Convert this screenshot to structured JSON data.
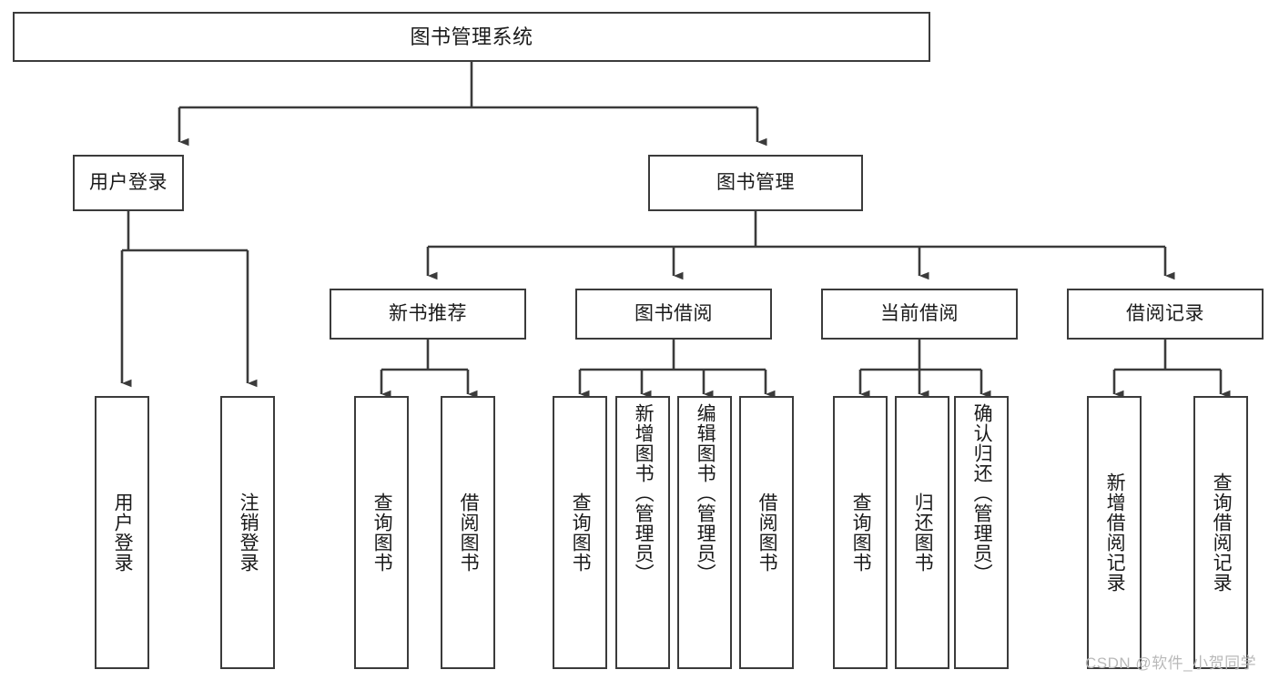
{
  "diagram": {
    "title": "图书管理系统",
    "type": "functional-structure-tree",
    "style": {
      "box_border_color": "#3b3b3b",
      "box_fill": "#ffffff",
      "line_color": "#3b3b3b",
      "text_color": "#1a1a1a",
      "watermark_color": "#b9b9b9"
    },
    "watermark": "CSDN @软件_小贺同学",
    "root": {
      "id": "root",
      "label": "图书管理系统"
    },
    "level2": [
      {
        "id": "user-login",
        "label": "用户登录"
      },
      {
        "id": "book-manage",
        "label": "图书管理"
      }
    ],
    "level3": [
      {
        "id": "new-book-rec",
        "label": "新书推荐",
        "parent": "book-manage"
      },
      {
        "id": "book-borrow",
        "label": "图书借阅",
        "parent": "book-manage"
      },
      {
        "id": "current-borrow",
        "label": "当前借阅",
        "parent": "book-manage"
      },
      {
        "id": "borrow-record",
        "label": "借阅记录",
        "parent": "book-manage"
      }
    ],
    "leaves": [
      {
        "id": "leaf-user-login",
        "label": "用户登录",
        "parent": "user-login"
      },
      {
        "id": "leaf-logout",
        "label": "注销登录",
        "parent": "user-login"
      },
      {
        "id": "leaf-query-book-1",
        "label": "查询图书",
        "parent": "new-book-rec"
      },
      {
        "id": "leaf-borrow-book-1",
        "label": "借阅图书",
        "parent": "new-book-rec"
      },
      {
        "id": "leaf-query-book-2",
        "label": "查询图书",
        "parent": "book-borrow"
      },
      {
        "id": "leaf-add-book",
        "label": "新增图书（管理员）",
        "parent": "book-borrow"
      },
      {
        "id": "leaf-edit-book",
        "label": "编辑图书（管理员）",
        "parent": "book-borrow"
      },
      {
        "id": "leaf-borrow-book-2",
        "label": "借阅图书",
        "parent": "book-borrow"
      },
      {
        "id": "leaf-query-book-3",
        "label": "查询图书",
        "parent": "current-borrow"
      },
      {
        "id": "leaf-return-book",
        "label": "归还图书",
        "parent": "current-borrow"
      },
      {
        "id": "leaf-confirm-return",
        "label": "确认归还（管理员）",
        "parent": "current-borrow"
      },
      {
        "id": "leaf-add-record",
        "label": "新增借阅记录",
        "parent": "borrow-record"
      },
      {
        "id": "leaf-query-record",
        "label": "查询借阅记录",
        "parent": "borrow-record"
      }
    ]
  }
}
